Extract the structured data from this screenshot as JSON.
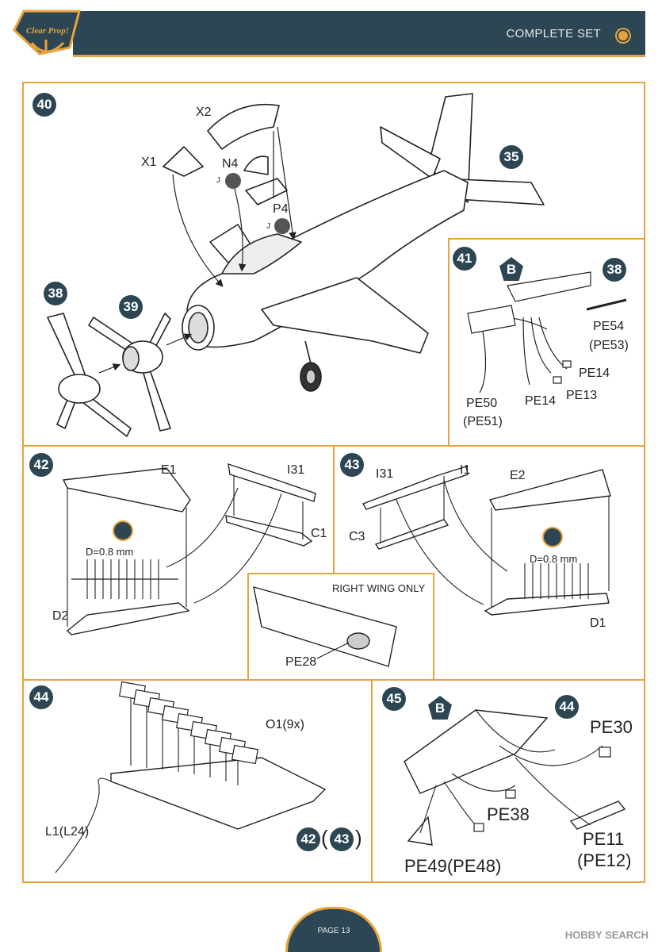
{
  "header": {
    "brand_text": "Clear Prop!",
    "title": "COMPLETE SET"
  },
  "footer": {
    "page": "PAGE 13",
    "watermark": "HOBBY SEARCH"
  },
  "steps": {
    "s40": {
      "number": "40",
      "ref": "35",
      "labels": {
        "x2": "X2",
        "x1": "X1",
        "n4": "N4",
        "p4": "P4",
        "j1": "J",
        "j2": "J"
      }
    },
    "s38": {
      "number": "38"
    },
    "s39": {
      "number": "39"
    },
    "s41": {
      "number": "41",
      "badge": "B",
      "ref": "38",
      "labels": {
        "pe54": "PE54",
        "pe53": "(PE53)",
        "pe14a": "PE14",
        "pe14b": "PE14",
        "pe13": "PE13",
        "pe50": "PE50",
        "pe51": "(PE51)"
      }
    },
    "s42": {
      "number": "42",
      "labels": {
        "e1": "E1",
        "i31": "I31",
        "c1": "C1",
        "d2": "D2",
        "drill": "D=0.8 mm"
      }
    },
    "s43": {
      "number": "43",
      "labels": {
        "i31": "I31",
        "i1": "I1",
        "e2": "E2",
        "c3": "C3",
        "d1": "D1",
        "drill": "D=0.8 mm"
      }
    },
    "right_wing": {
      "title": "RIGHT WING ONLY",
      "pe28": "PE28"
    },
    "s44": {
      "number": "44",
      "ref_a": "42",
      "ref_b": "43",
      "open": "(",
      "close": ")",
      "labels": {
        "o1": "O1(9x)",
        "l1": "L1(L24)"
      }
    },
    "s45": {
      "number": "45",
      "badge": "B",
      "ref": "44",
      "labels": {
        "pe30": "PE30",
        "pe38": "PE38",
        "pe11": "PE11",
        "pe12": "(PE12)",
        "pe49": "PE49(PE48)"
      }
    }
  },
  "colors": {
    "frame": "#e8a33d",
    "navy": "#2d4653"
  },
  "icons": [
    "drill-icon",
    "decal-j-icon",
    "logo-icon"
  ]
}
